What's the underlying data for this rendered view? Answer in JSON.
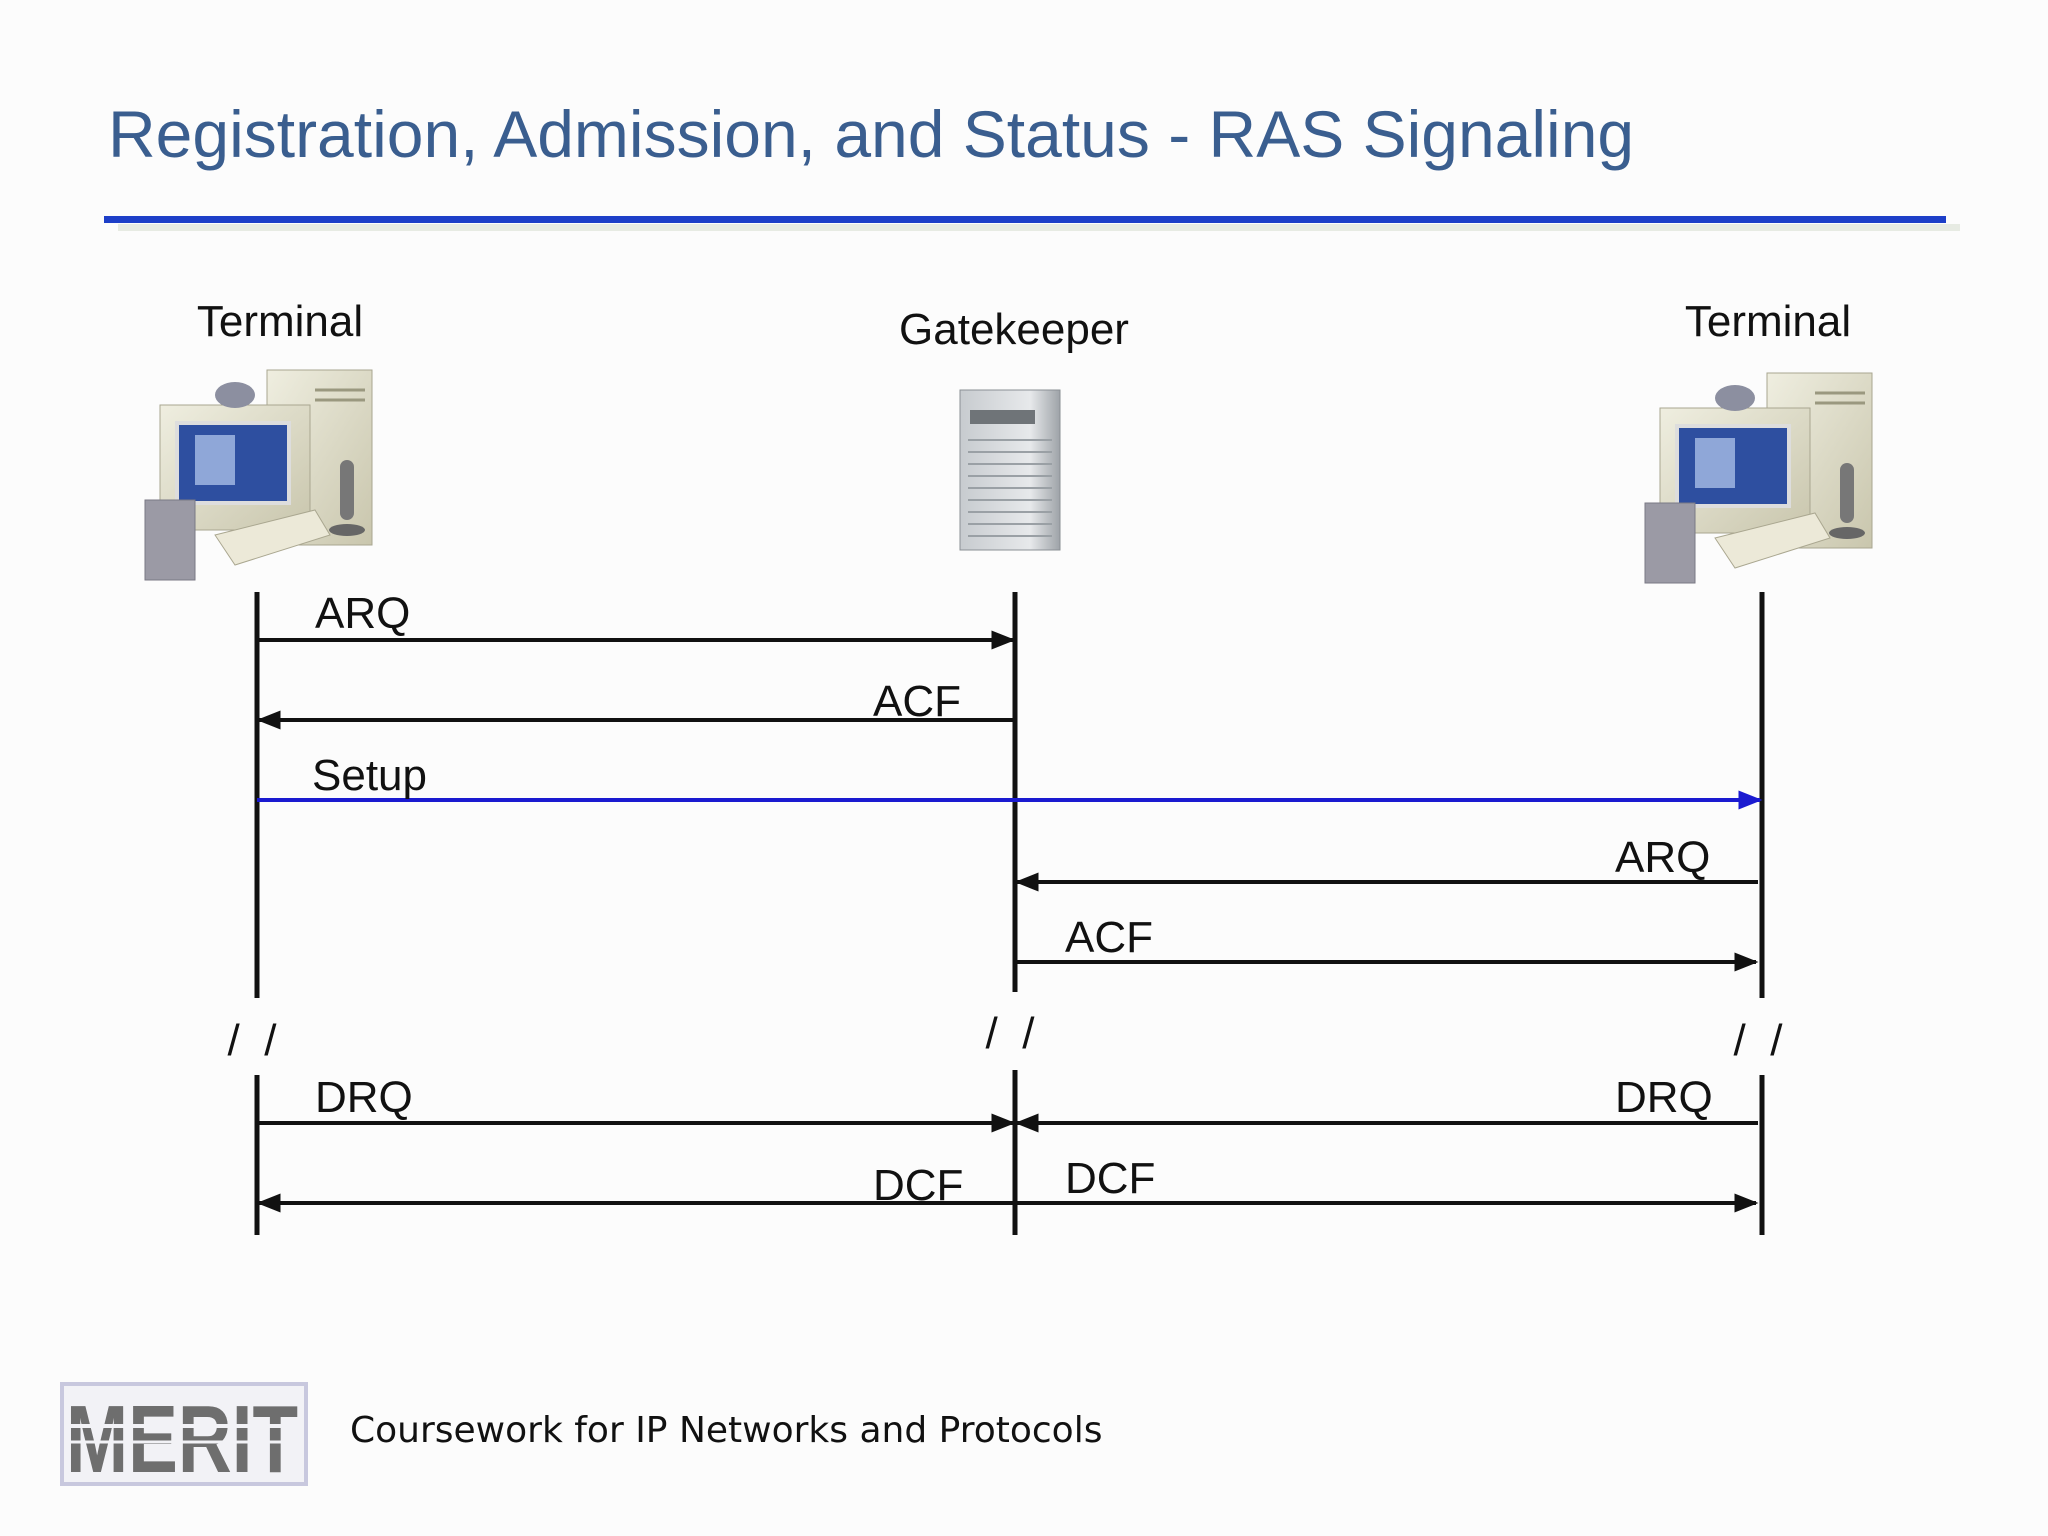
{
  "slide": {
    "title": "Registration, Admission, and Status - RAS Signaling",
    "footer": "Coursework for IP Networks and Protocols",
    "logo_text": "MERIT"
  },
  "entities": {
    "left": "Terminal",
    "center": "Gatekeeper",
    "right": "Terminal"
  },
  "messages": [
    {
      "label": "ARQ",
      "from": "left",
      "to": "center"
    },
    {
      "label": "ACF",
      "from": "center",
      "to": "left"
    },
    {
      "label": "Setup",
      "from": "left",
      "to": "right"
    },
    {
      "label": "ARQ",
      "from": "right",
      "to": "center"
    },
    {
      "label": "ACF",
      "from": "center",
      "to": "right"
    },
    {
      "label": "DRQ",
      "from": "left",
      "to": "center"
    },
    {
      "label": "DCF",
      "from": "center",
      "to": "left"
    },
    {
      "label": "DRQ",
      "from": "right",
      "to": "center"
    },
    {
      "label": "DCF",
      "from": "center",
      "to": "right"
    }
  ],
  "break_marks": [
    "/  /",
    "/  /",
    "/  /"
  ],
  "colors": {
    "title": "#3a5e8f",
    "rule": "#1d3fc8",
    "arrow": "#111111",
    "setup_arrow": "#1a1ad0"
  },
  "icons": {
    "terminal": "desktop-computer-icon",
    "gatekeeper": "server-tower-icon"
  }
}
